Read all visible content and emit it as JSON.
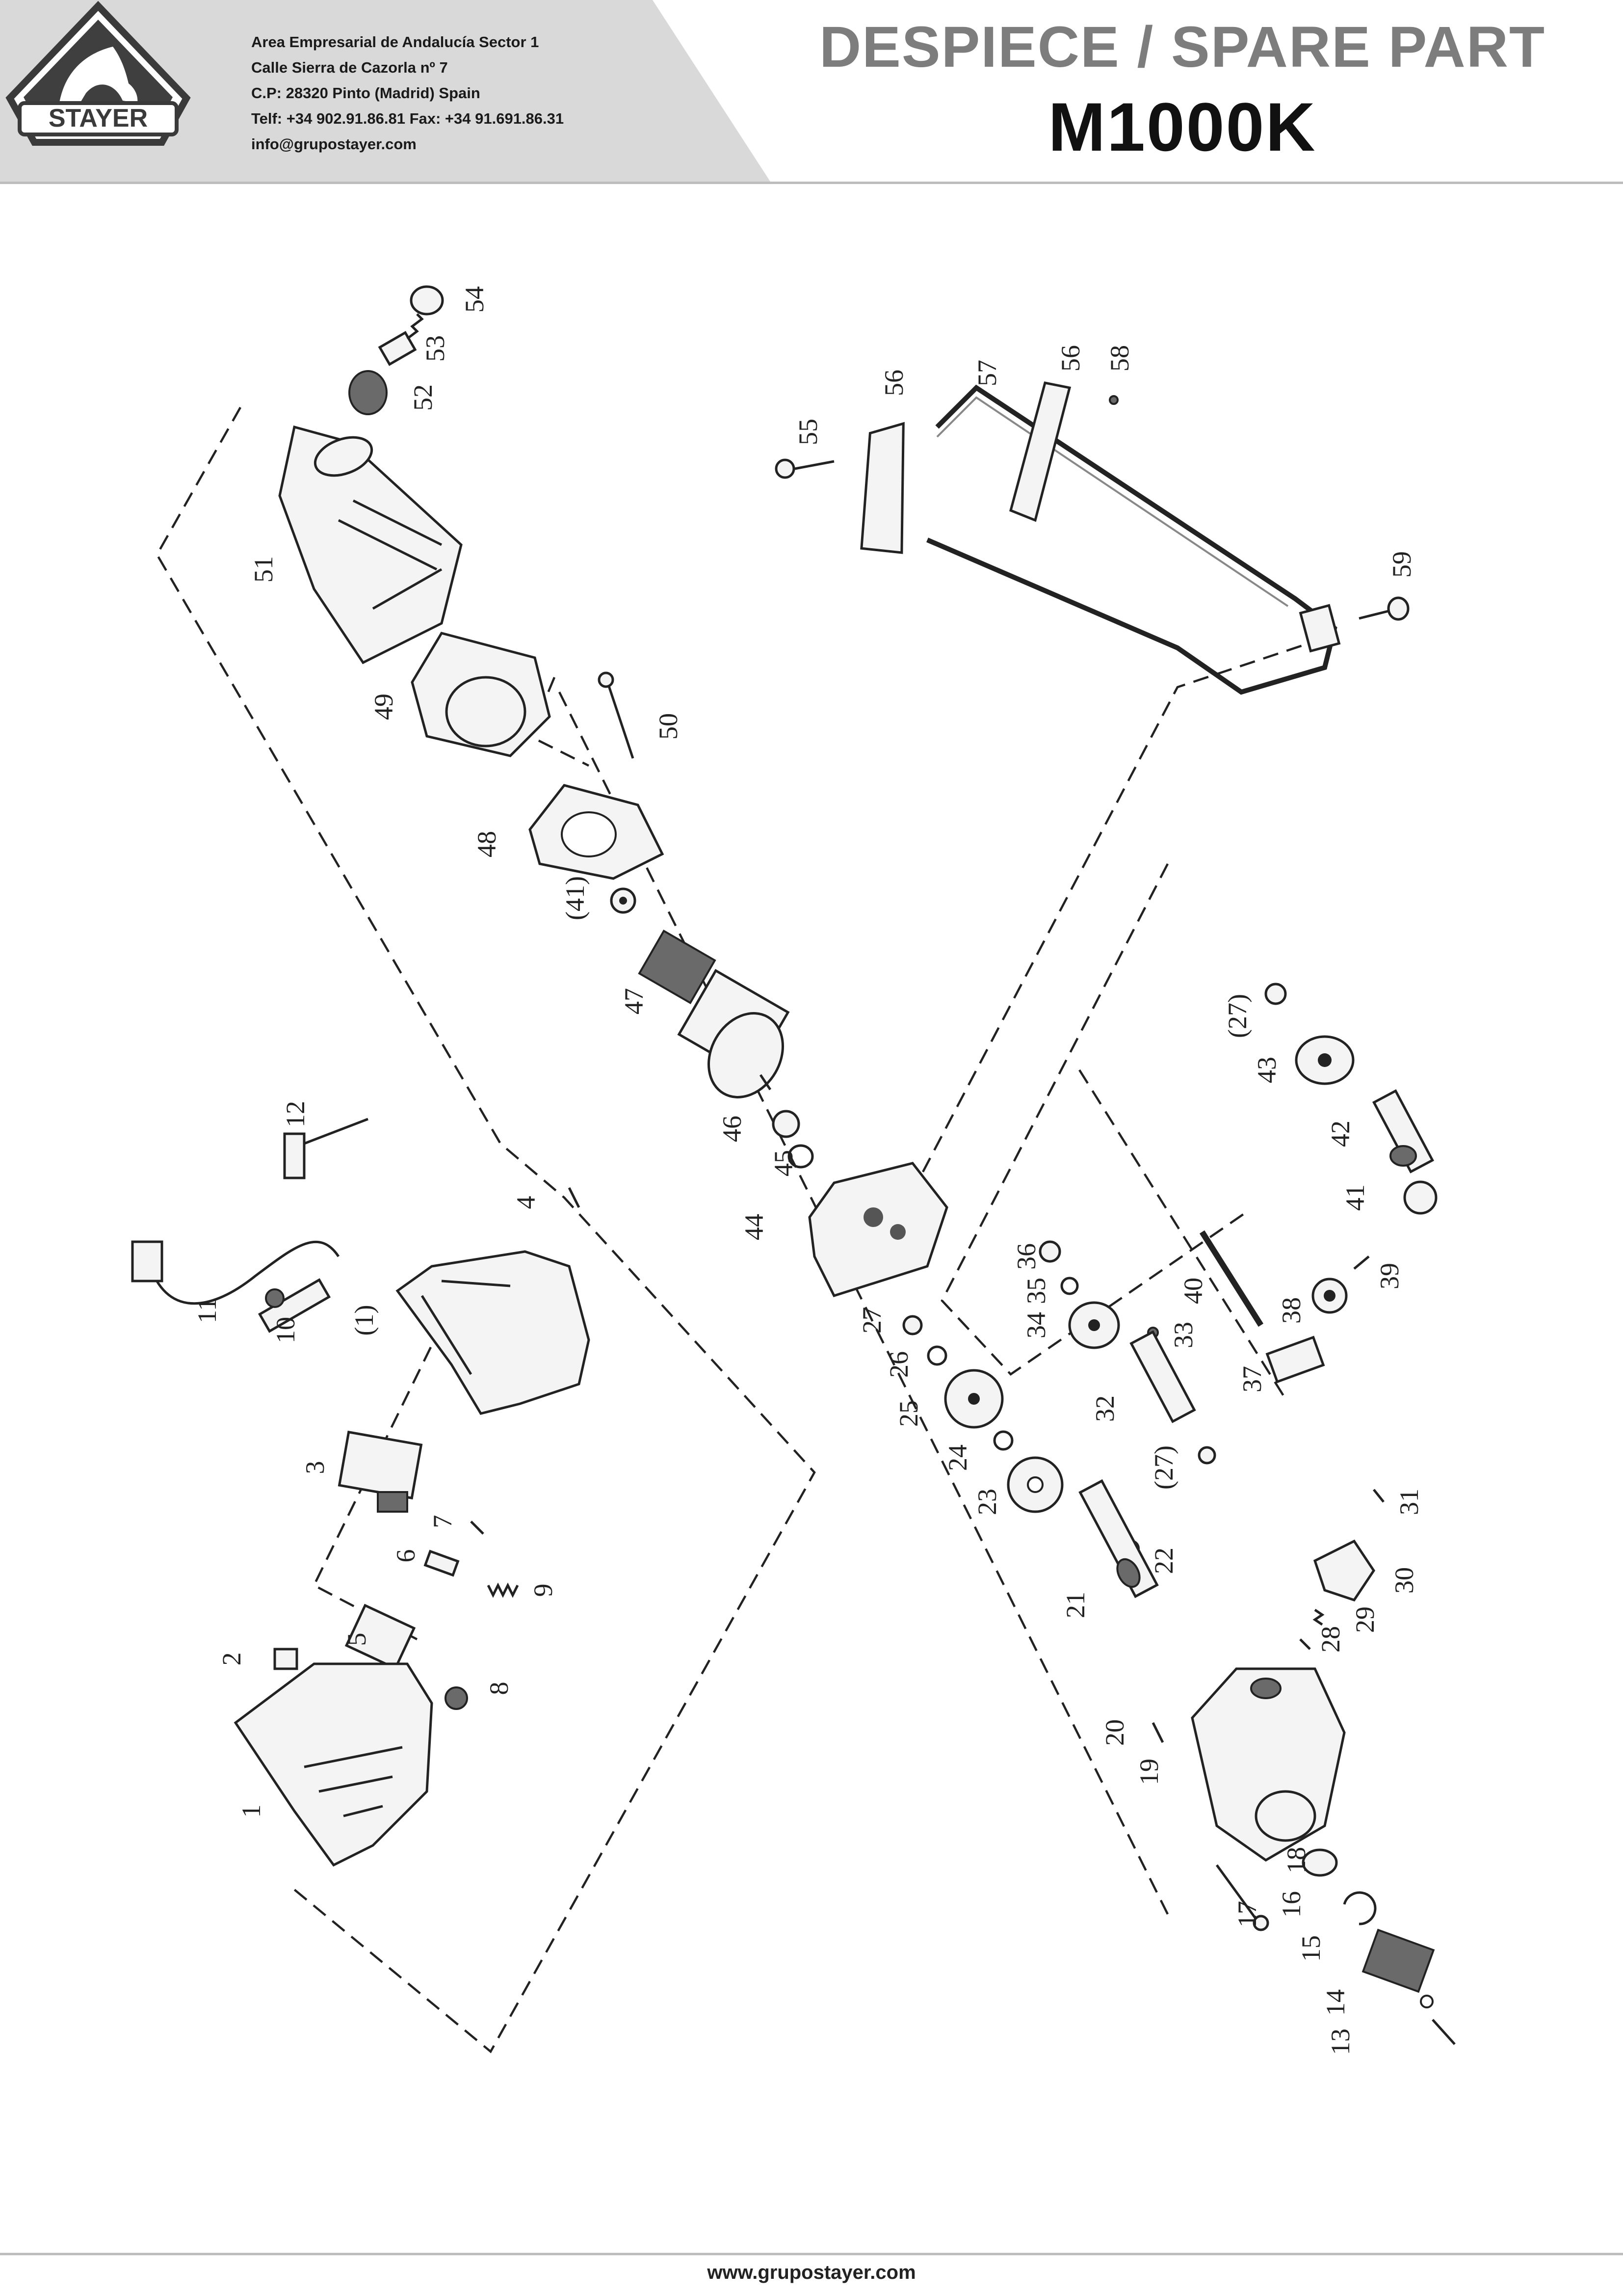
{
  "header": {
    "company_lines": [
      "Area Empresarial de Andalucía Sector 1",
      "Calle Sierra de Cazorla nº 7",
      "C.P: 28320 Pinto (Madrid) Spain",
      "Telf: +34 902.91.86.81 Fax: +34 91.691.86.31",
      "info@grupostayer.com"
    ],
    "logo_text": "STAYER",
    "title": "DESPIECE / SPARE PART",
    "model": "M1000K"
  },
  "footer": {
    "url": "www.grupostayer.com"
  },
  "colors": {
    "header_band": "#d9d9d9",
    "title_gray": "#7d7d7d",
    "ink": "#222222"
  },
  "diagram": {
    "callouts": [
      "54",
      "53",
      "52",
      "51",
      "49",
      "50",
      "48",
      "(41)",
      "47",
      "46",
      "45",
      "44",
      "12",
      "4",
      "11",
      "10",
      "(1)",
      "3",
      "7",
      "6",
      "9",
      "5",
      "2",
      "8",
      "1",
      "27",
      "26",
      "25",
      "24",
      "23",
      "22",
      "21",
      "20",
      "19",
      "18",
      "17",
      "16",
      "15",
      "14",
      "13",
      "36",
      "35",
      "34",
      "33",
      "32",
      "(27)",
      "31",
      "30",
      "29",
      "28",
      "55",
      "56",
      "57",
      "56",
      "58",
      "59",
      "(27)",
      "43",
      "42",
      "41",
      "40",
      "39",
      "38",
      "37"
    ]
  }
}
